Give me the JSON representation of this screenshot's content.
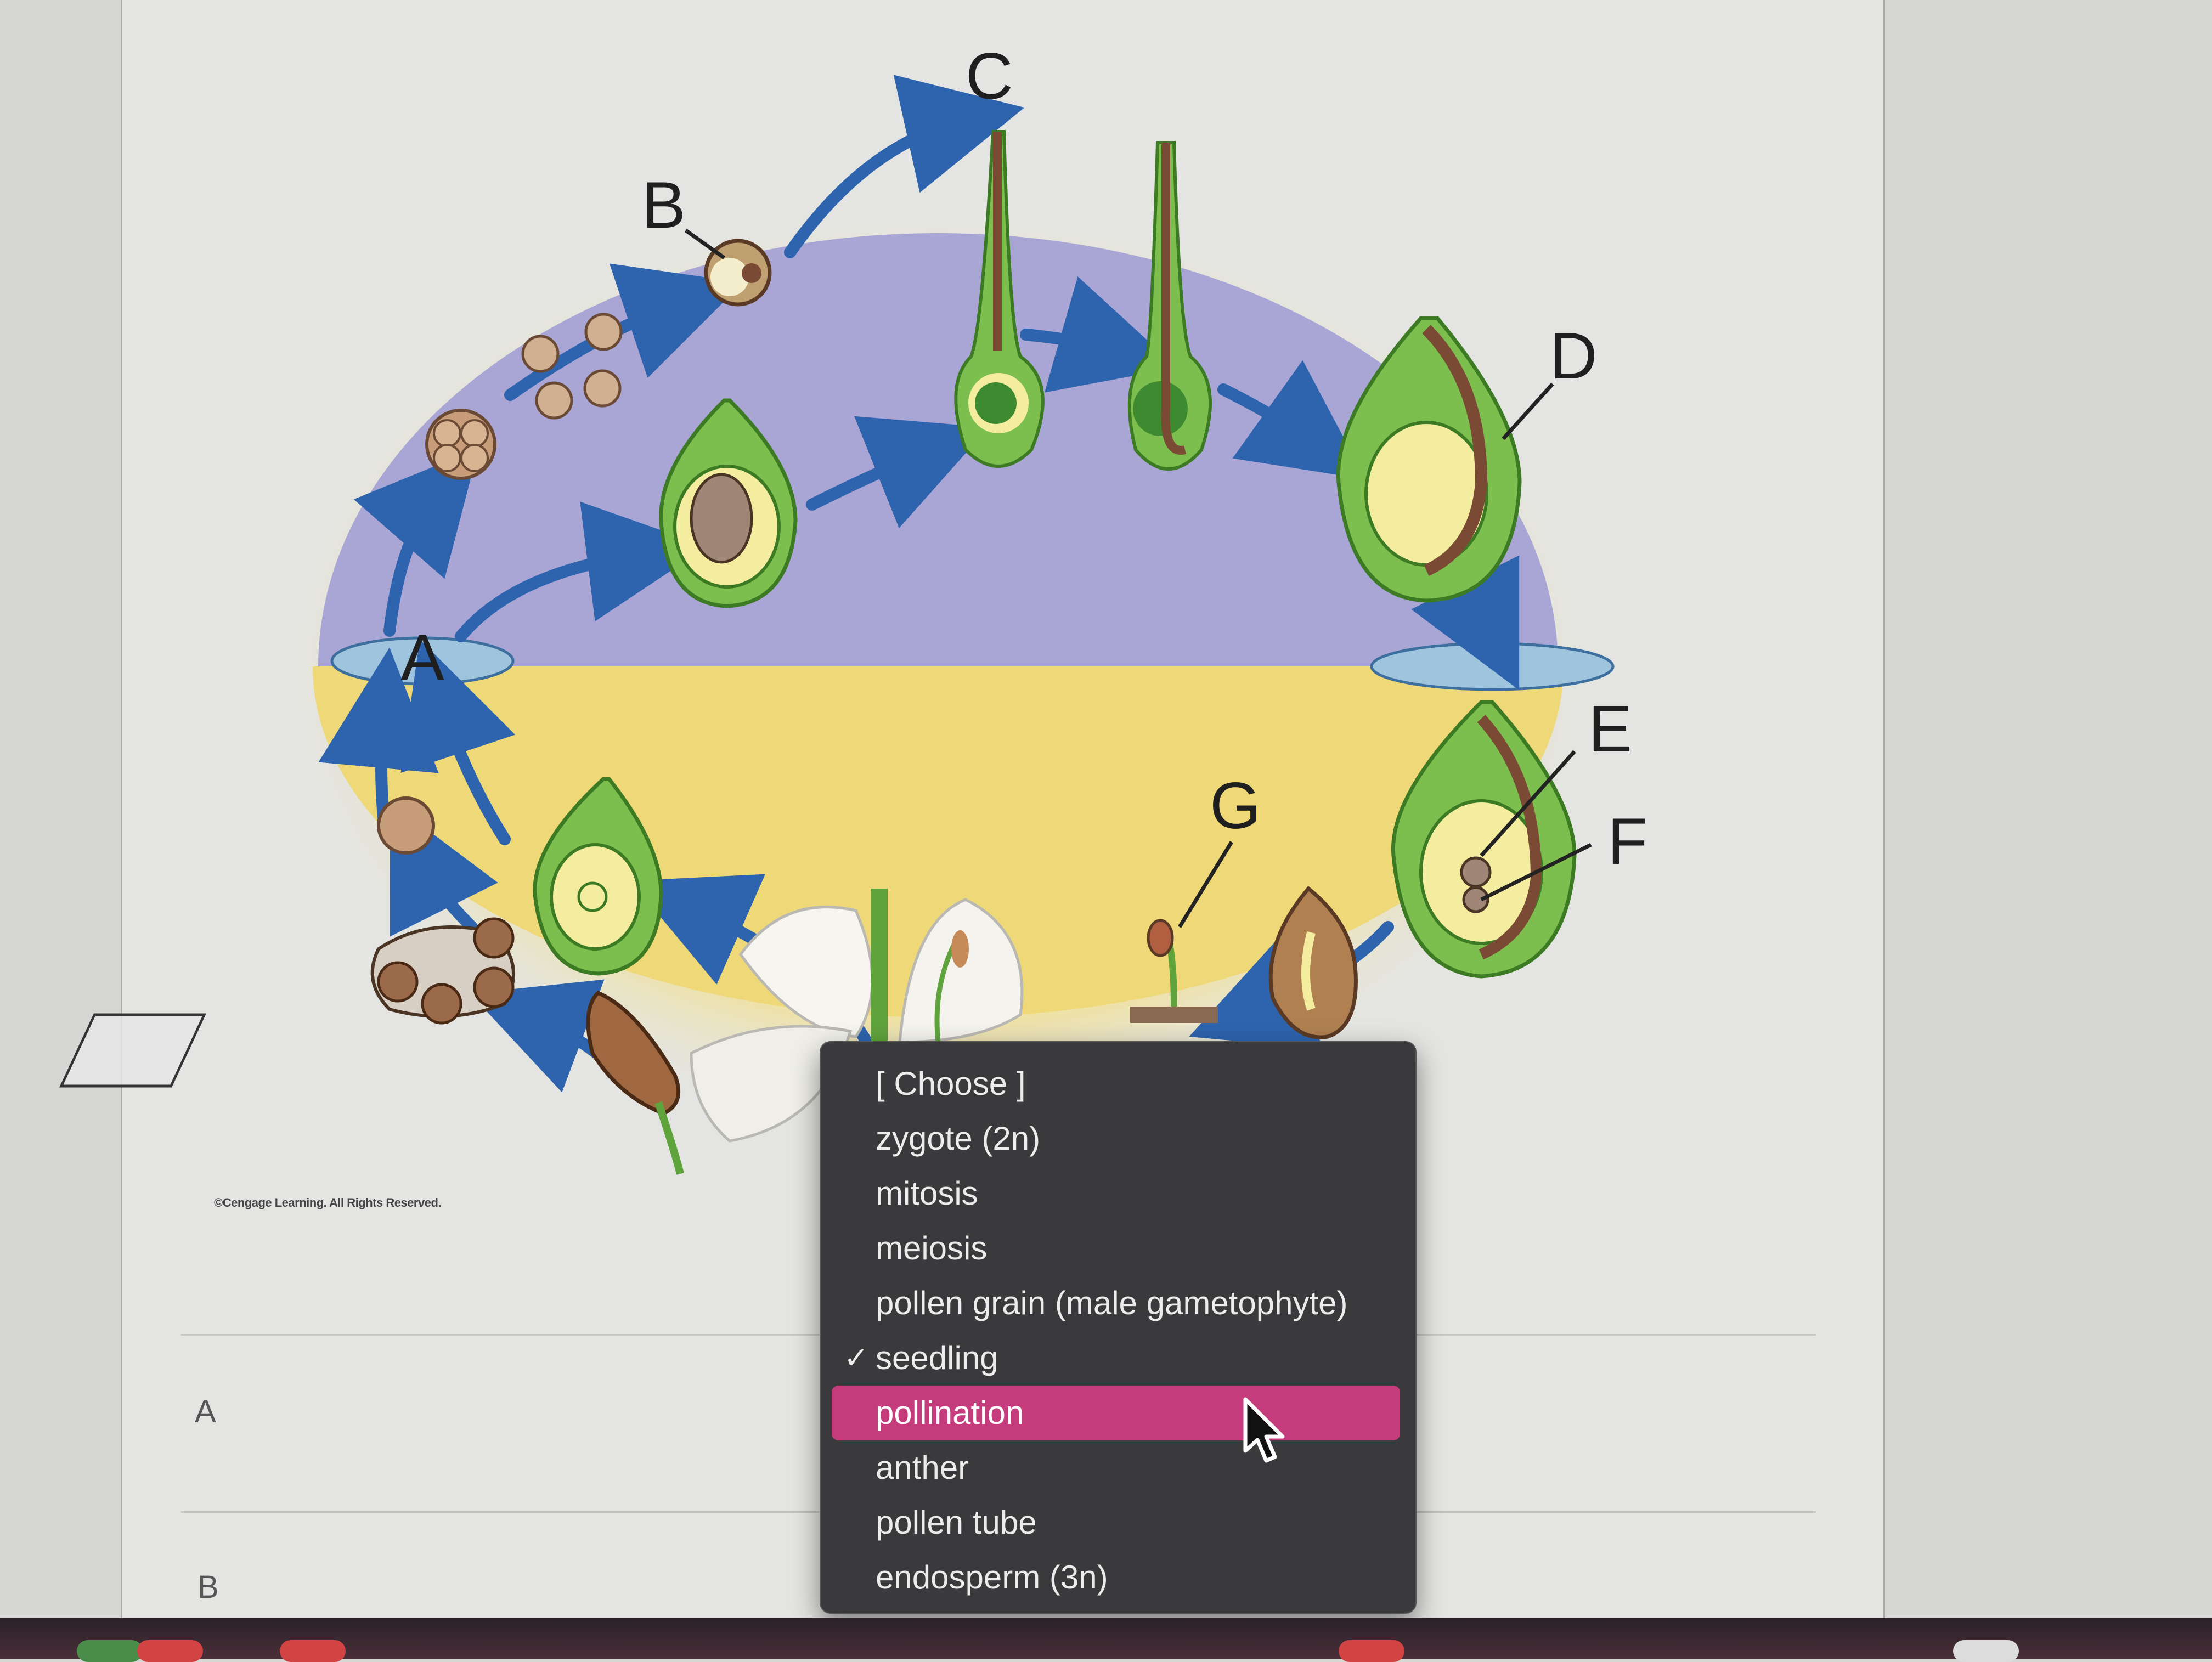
{
  "diagram": {
    "labels": {
      "A": "A",
      "B": "B",
      "C": "C",
      "D": "D",
      "E": "E",
      "F": "F",
      "G": "G"
    },
    "copyright": "©Cengage Learning. All Rights Reserved.",
    "colors": {
      "haploid": "#a9a6d6",
      "diploid": "#efd877",
      "arrow": "#2d64ad",
      "plant": "#5fa33d"
    }
  },
  "questions": [
    {
      "label": "A"
    },
    {
      "label": "B"
    }
  ],
  "dropdown": {
    "options": [
      "[ Choose ]",
      "zygote (2n)",
      "mitosis",
      "meiosis",
      "pollen grain (male gametophyte)",
      "seedling",
      "pollination",
      "anther",
      "pollen tube",
      "endosperm (3n)"
    ],
    "selected": "seedling",
    "highlighted": "pollination",
    "check_glyph": "✓",
    "highlight_color": "#c43c7c"
  }
}
